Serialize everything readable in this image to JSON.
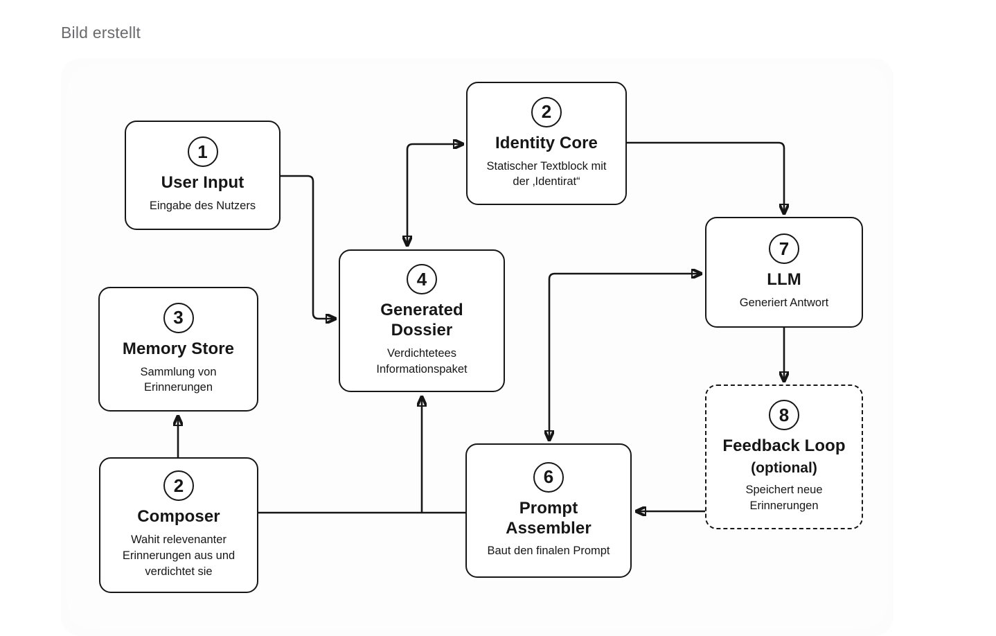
{
  "header": {
    "status_label": "Bild erstellt"
  },
  "diagram": {
    "colors": {
      "stroke": "#161616",
      "text": "#161616",
      "status_text": "#69696e",
      "background": "#ffffff"
    },
    "nodes": {
      "user_input": {
        "number": "1",
        "title": "User Input",
        "subtitle": "Eingabe des Nutzers"
      },
      "identity_core": {
        "number": "2",
        "title": "Identity Core",
        "subtitle": "Statischer Textblock mit der ‚Identirat“"
      },
      "memory_store": {
        "number": "3",
        "title": "Memory Store",
        "subtitle": "Sammlung von Erinnerungen"
      },
      "generated_dossier": {
        "number": "4",
        "title": "Generated Dossier",
        "subtitle": "Verdichtetees Informationspaket"
      },
      "composer": {
        "number": "2",
        "title": "Composer",
        "subtitle": "Wahit relevenanter Erinnerungen aus und verdichtet sie"
      },
      "prompt_assembler": {
        "number": "6",
        "title": "Prompt Assembler",
        "subtitle": "Baut den finalen Prompt"
      },
      "llm": {
        "number": "7",
        "title": "LLM",
        "subtitle": "Generiert Antwort"
      },
      "feedback_loop": {
        "number": "8",
        "title": "Feedback Loop",
        "title_secondary": "(optional)",
        "subtitle": "Speichert neue Erinnerungen"
      }
    }
  }
}
